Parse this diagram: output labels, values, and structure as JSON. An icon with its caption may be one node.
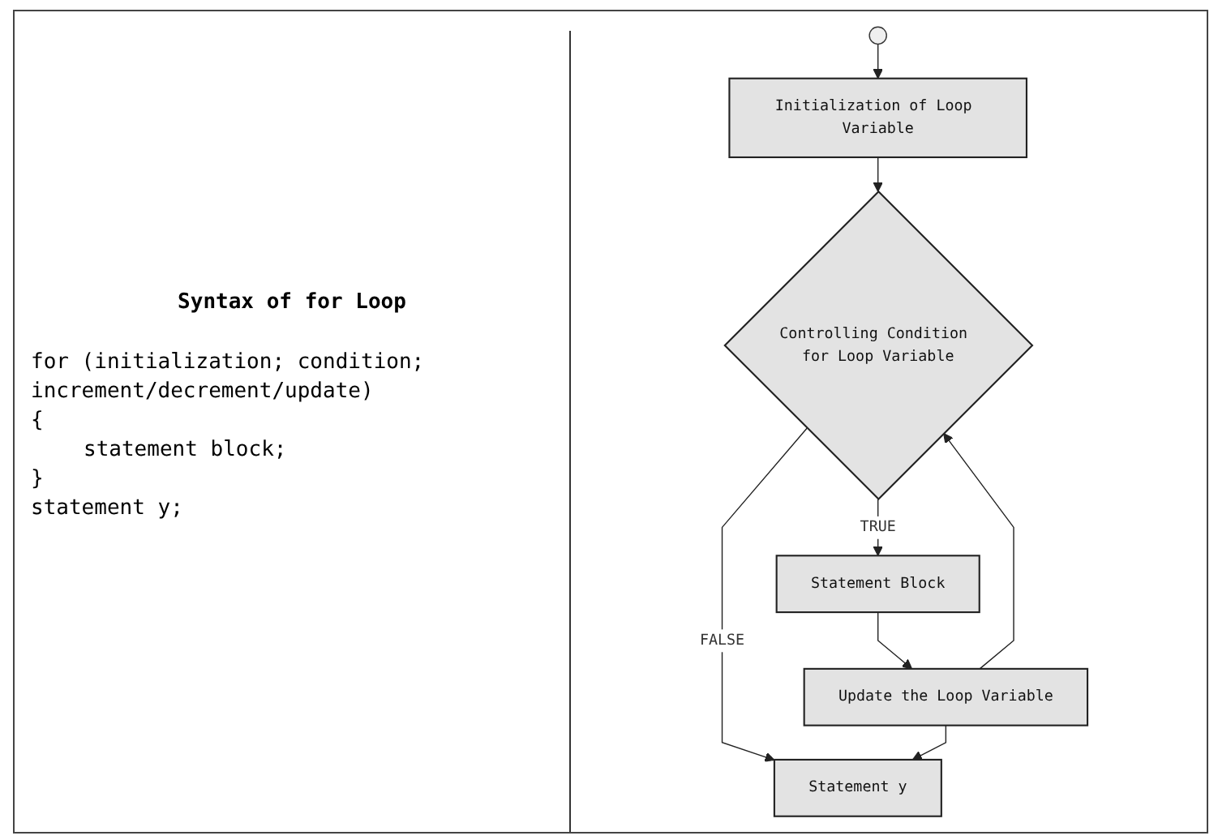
{
  "diagram": {
    "title": "Syntax of for Loop",
    "nodes": [
      {
        "text": [],
        "shape": "circle"
      },
      {
        "text": [
          "Initialization of Loop Variable"
        ]
      },
      {
        "text": [
          "Controlling Condition for Loop Variable"
        ]
      },
      {
        "text": [
          "Statement Block"
        ]
      },
      {
        "text": [
          "Update the Loop Variable"
        ]
      },
      {
        "text": [
          "Statement y"
        ]
      }
    ],
    "edges": [
      {
        "from": 0,
        "to": 1,
        "arrow": "to"
      },
      {
        "from": 1,
        "to": 2,
        "arrow": "to"
      },
      {
        "from": 2,
        "to": 3,
        "arrow": "to",
        "label": "TRUE"
      },
      {
        "from": 3,
        "to": 4,
        "arrow": "to"
      },
      {
        "from": 4,
        "to": 2,
        "arrow": "to"
      },
      {
        "from": 2,
        "to": 5,
        "arrow": "to",
        "label": "FALSE"
      },
      {
        "from": 4,
        "to": 5,
        "arrow": "to"
      }
    ],
    "labels": [
      "for (initialization; condition; increment/decrement/update)",
      "{",
      "statement block;",
      "}",
      "statement y;"
    ]
  }
}
